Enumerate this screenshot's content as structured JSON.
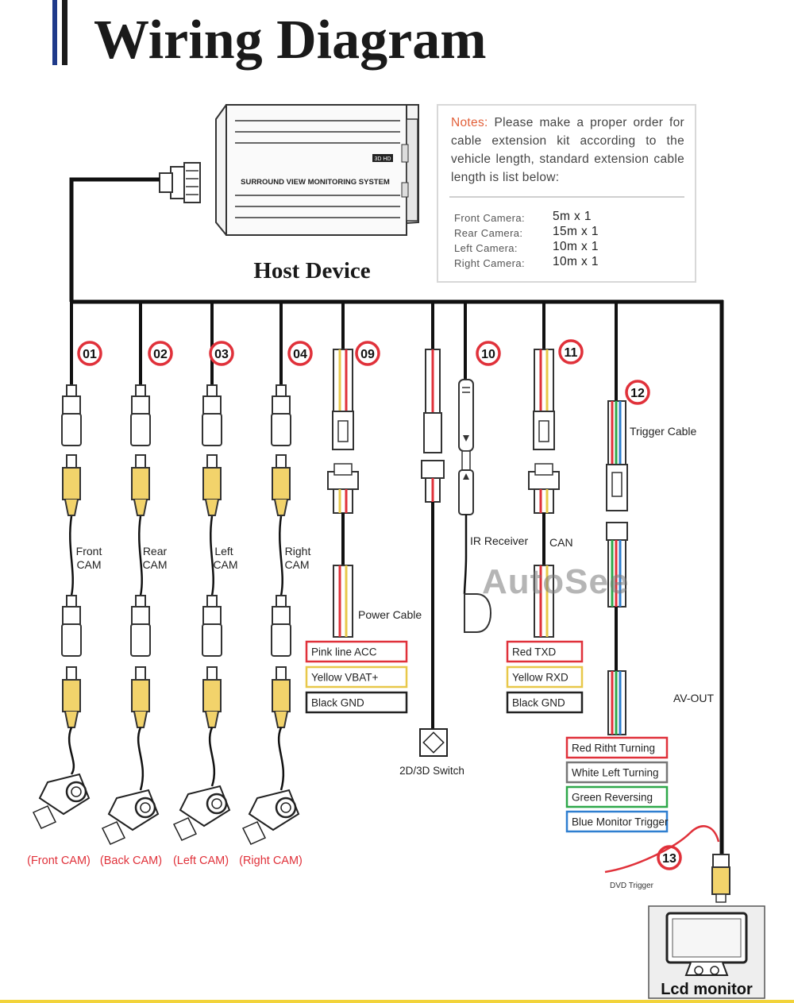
{
  "title": "Wiring Diagram",
  "host_device": {
    "label": "Host Device",
    "box_text": "SURROUND VIEW MONITORING SYSTEM",
    "badge": "3D HD"
  },
  "notes": {
    "heading": "Notes:",
    "body": "Please make a proper order for cable extension kit according to the vehicle length, standard extension cable length is list below:",
    "cables": [
      {
        "name": "Front Camera:",
        "value": "5m x 1"
      },
      {
        "name": "Rear Camera:",
        "value": "15m x 1"
      },
      {
        "name": "Left Camera:",
        "value": "10m x 1"
      },
      {
        "name": "Right Camera:",
        "value": "10m x 1"
      }
    ]
  },
  "numbers": [
    "01",
    "02",
    "03",
    "04",
    "09",
    "10",
    "11",
    "12",
    "13"
  ],
  "cameras": [
    {
      "line1": "Front",
      "line2": "CAM",
      "caption": "(Front CAM)"
    },
    {
      "line1": "Rear",
      "line2": "CAM",
      "caption": "(Back CAM)"
    },
    {
      "line1": "Left",
      "line2": "CAM",
      "caption": "(Left CAM)"
    },
    {
      "line1": "Right",
      "line2": "CAM",
      "caption": "(Right CAM)"
    }
  ],
  "power": {
    "label": "Power Cable",
    "wires": [
      {
        "text": "Pink line ACC",
        "color": "#e0313a"
      },
      {
        "text": "Yellow VBAT+",
        "color": "#e8c84a"
      },
      {
        "text": "Black GND",
        "color": "#222222"
      }
    ]
  },
  "switch_label": "2D/3D Switch",
  "ir_label": "IR Receiver",
  "can": {
    "label": "CAN",
    "wires": [
      {
        "text": "Red TXD",
        "color": "#e0313a"
      },
      {
        "text": "Yellow RXD",
        "color": "#e8c84a"
      },
      {
        "text": "Black GND",
        "color": "#222222"
      }
    ]
  },
  "trigger": {
    "label": "Trigger Cable",
    "wires": [
      {
        "text": "Red Ritht Turning",
        "color": "#e0313a"
      },
      {
        "text": "White Left Turning",
        "color": "#777777"
      },
      {
        "text": "Green Reversing",
        "color": "#2ea84a"
      },
      {
        "text": "Blue Monitor Trigger",
        "color": "#2f7fd0"
      }
    ]
  },
  "av_out_label": "AV-OUT",
  "dvd_trigger_label": "DVD Trigger",
  "lcd_label": "Lcd monitor",
  "watermark": "AutoSee",
  "colors": {
    "number_ring": "#e0313a",
    "caption_red": "#e0313a",
    "rca_yellow": "#f2d36b",
    "wire": "#111111"
  }
}
